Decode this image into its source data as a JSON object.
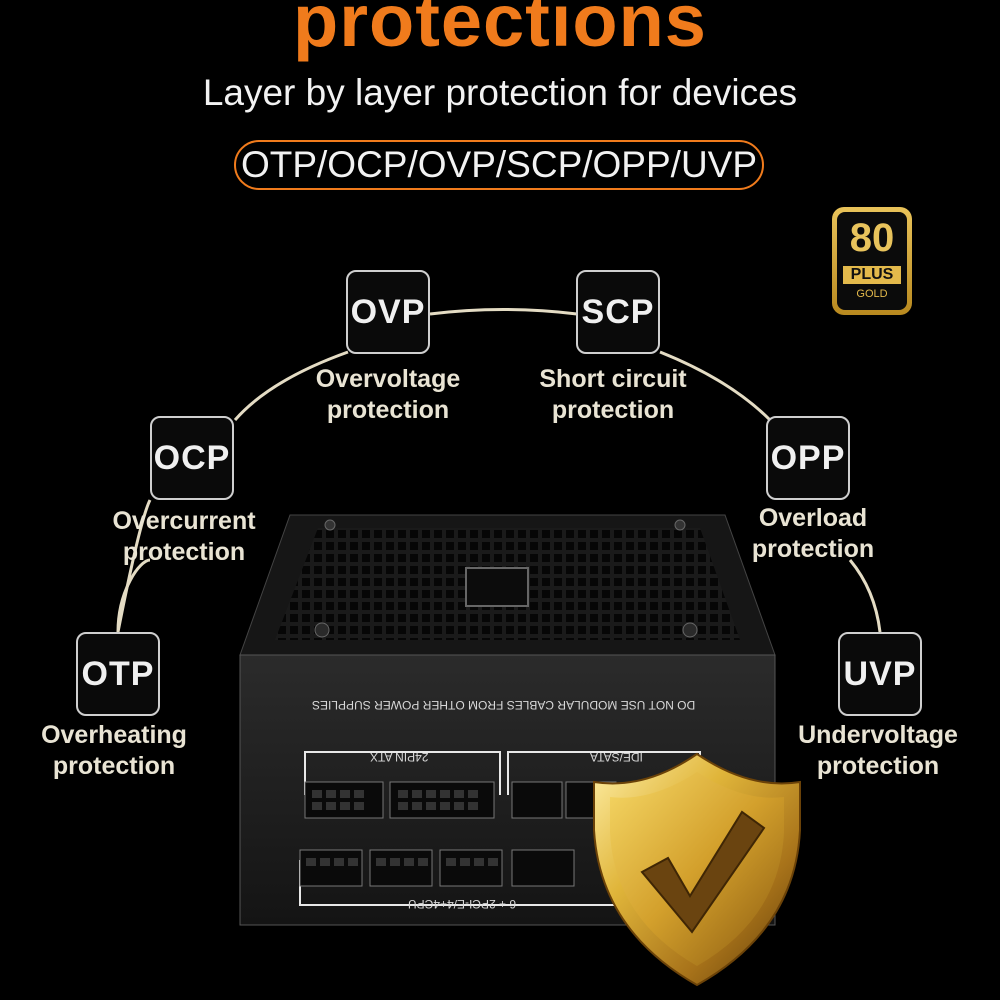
{
  "headline": "protections",
  "subtitle": "Layer by layer protection for devices",
  "protection_codes": "OTP/OCP/OVP/SCP/OPP/UVP",
  "badge": {
    "number": "80",
    "plus": "PLUS",
    "tier": "GOLD"
  },
  "nodes": [
    {
      "code": "OVP",
      "caption1": "Overvoltage",
      "caption2": "protection"
    },
    {
      "code": "SCP",
      "caption1": "Short circuit",
      "caption2": "protection"
    },
    {
      "code": "OCP",
      "caption1": "Overcurrent",
      "caption2": "protection"
    },
    {
      "code": "OPP",
      "caption1": "Overload",
      "caption2": "protection"
    },
    {
      "code": "OTP",
      "caption1": "Overheating",
      "caption2": "protection"
    },
    {
      "code": "UVP",
      "caption1": "Undervoltage",
      "caption2": "protection"
    }
  ],
  "psu": {
    "warning": "DO NOT USE MODULAR CABLES FROM   OTHER POWER SUPPLIES",
    "port_group_1": "24PIN ATX",
    "port_group_2": "IDE/SATA",
    "port_group_3": "6 + 2PCI-E/4+4CPU"
  },
  "colors": {
    "accent": "#f07b1c",
    "gold": "#e3b94b",
    "background": "#000000"
  }
}
